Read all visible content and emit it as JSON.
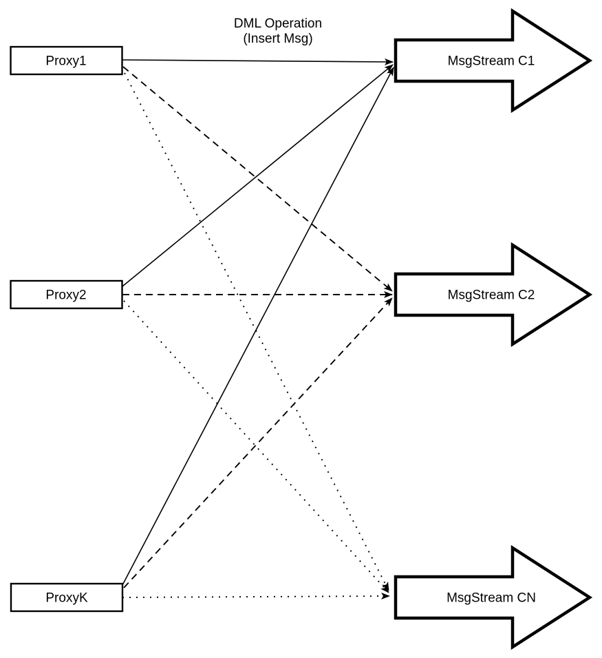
{
  "diagram": {
    "annotation": {
      "line1": "DML Operation",
      "line2": "(Insert Msg)"
    },
    "proxies": [
      {
        "label": "Proxy1"
      },
      {
        "label": "Proxy2"
      },
      {
        "label": "ProxyK"
      }
    ],
    "streams": [
      {
        "label": "MsgStream C1"
      },
      {
        "label": "MsgStream C2"
      },
      {
        "label": "MsgStream CN"
      }
    ],
    "edges": [
      {
        "from": "Proxy1",
        "to": "MsgStream C1",
        "style": "solid"
      },
      {
        "from": "Proxy1",
        "to": "MsgStream C2",
        "style": "dashed"
      },
      {
        "from": "Proxy1",
        "to": "MsgStream CN",
        "style": "dotted"
      },
      {
        "from": "Proxy2",
        "to": "MsgStream C1",
        "style": "solid"
      },
      {
        "from": "Proxy2",
        "to": "MsgStream C2",
        "style": "dashed"
      },
      {
        "from": "Proxy2",
        "to": "MsgStream CN",
        "style": "dotted"
      },
      {
        "from": "ProxyK",
        "to": "MsgStream C1",
        "style": "solid"
      },
      {
        "from": "ProxyK",
        "to": "MsgStream C2",
        "style": "dashed"
      },
      {
        "from": "ProxyK",
        "to": "MsgStream CN",
        "style": "dotted"
      }
    ],
    "colors": {
      "line": "#000000",
      "shape_fill": "#ffffff",
      "text": "#000000",
      "background": "#ffffff"
    }
  }
}
